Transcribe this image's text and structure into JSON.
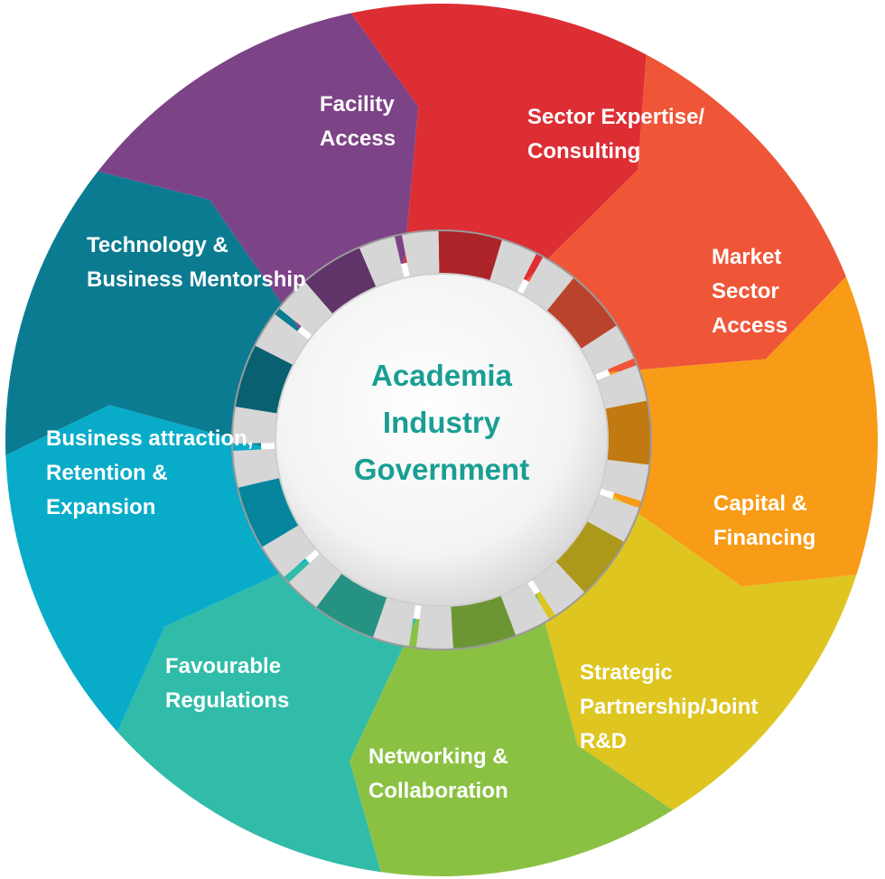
{
  "center": {
    "lines": [
      "Academia",
      "Industry",
      "Government"
    ],
    "color": "#1a9e93"
  },
  "segments": [
    {
      "id": "facility-access",
      "lines": [
        "Facility",
        "Access"
      ],
      "color": "#dd2e34"
    },
    {
      "id": "sector-expertise",
      "lines": [
        "Sector Expertise/",
        "Consulting"
      ],
      "color": "#ef5638"
    },
    {
      "id": "market-sector-access",
      "lines": [
        "Market",
        "Sector",
        "Access"
      ],
      "color": "#f89b16"
    },
    {
      "id": "capital-financing",
      "lines": [
        "Capital &",
        "Financing"
      ],
      "color": "#dec520"
    },
    {
      "id": "strategic-partnership",
      "lines": [
        "Strategic",
        "Partnership/Joint",
        "R&D"
      ],
      "color": "#8bc143"
    },
    {
      "id": "networking-collaboration",
      "lines": [
        "Networking &",
        "Collaboration"
      ],
      "color": "#30bca8"
    },
    {
      "id": "favourable-regulations",
      "lines": [
        "Favourable",
        "Regulations"
      ],
      "color": "#08acc9"
    },
    {
      "id": "business-attraction",
      "lines": [
        "Business attraction,",
        "Retention &",
        "Expansion"
      ],
      "color": "#0b7b91"
    },
    {
      "id": "technology-mentorship",
      "lines": [
        "Technology &",
        "Business Mentorship"
      ],
      "color": "#7d4387"
    }
  ]
}
